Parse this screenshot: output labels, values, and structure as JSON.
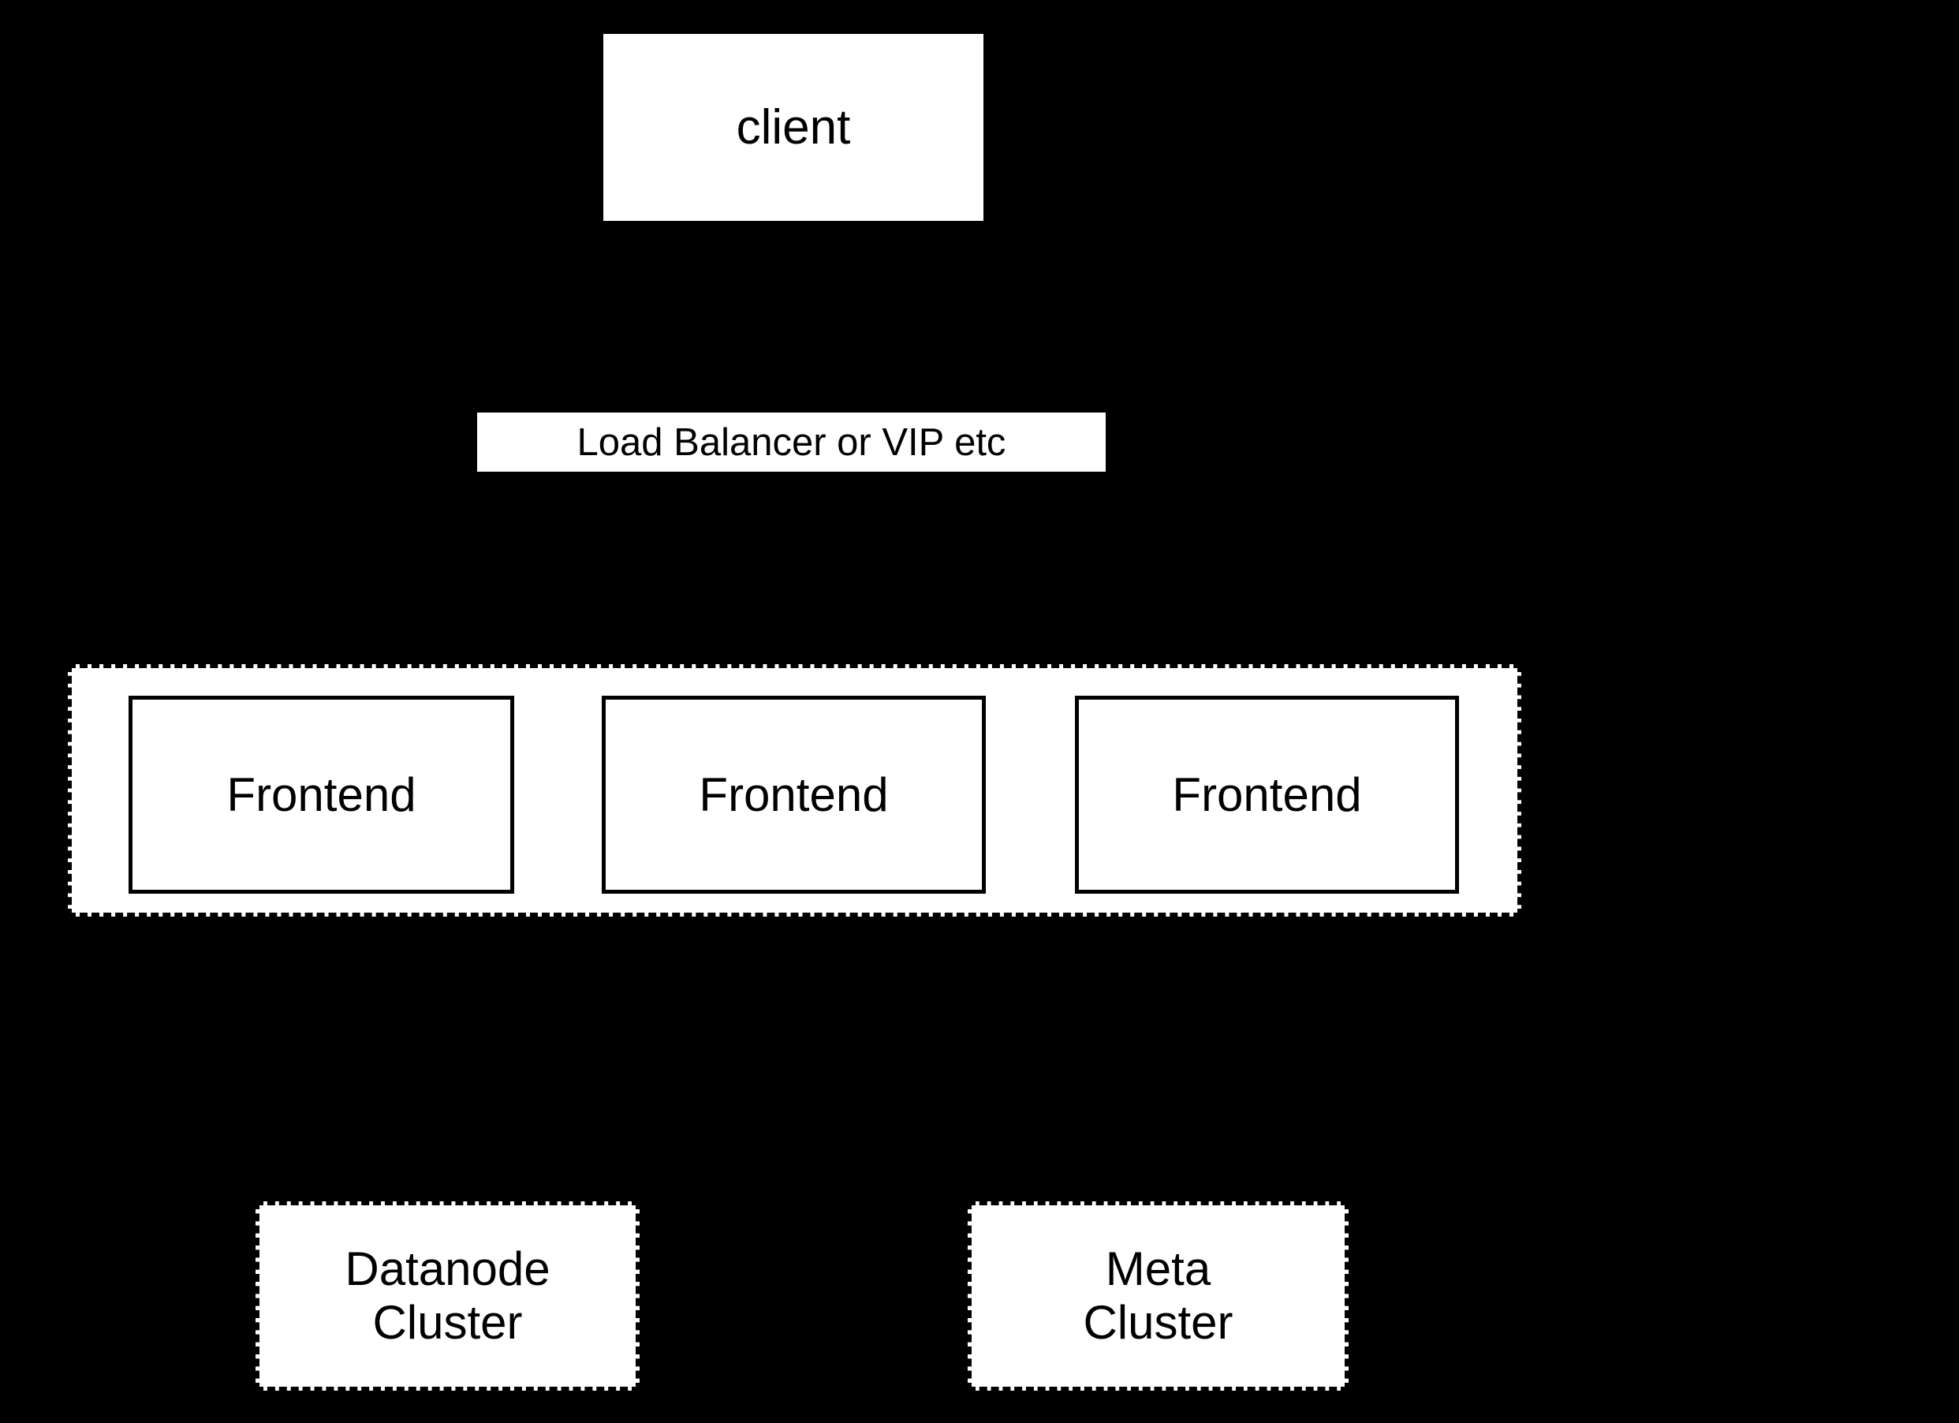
{
  "theme": {
    "background": "#000000",
    "node_fill": "#ffffff",
    "stroke": "#000000"
  },
  "nodes": {
    "client": {
      "label": "client"
    },
    "load_balancer": {
      "label": "Load Balancer or VIP etc"
    },
    "frontends": [
      {
        "label": "Frontend"
      },
      {
        "label": "Frontend"
      },
      {
        "label": "Frontend"
      }
    ],
    "datanode_cluster": {
      "label": "Datanode\nCluster"
    },
    "meta_cluster": {
      "label": "Meta\nCluster"
    }
  }
}
